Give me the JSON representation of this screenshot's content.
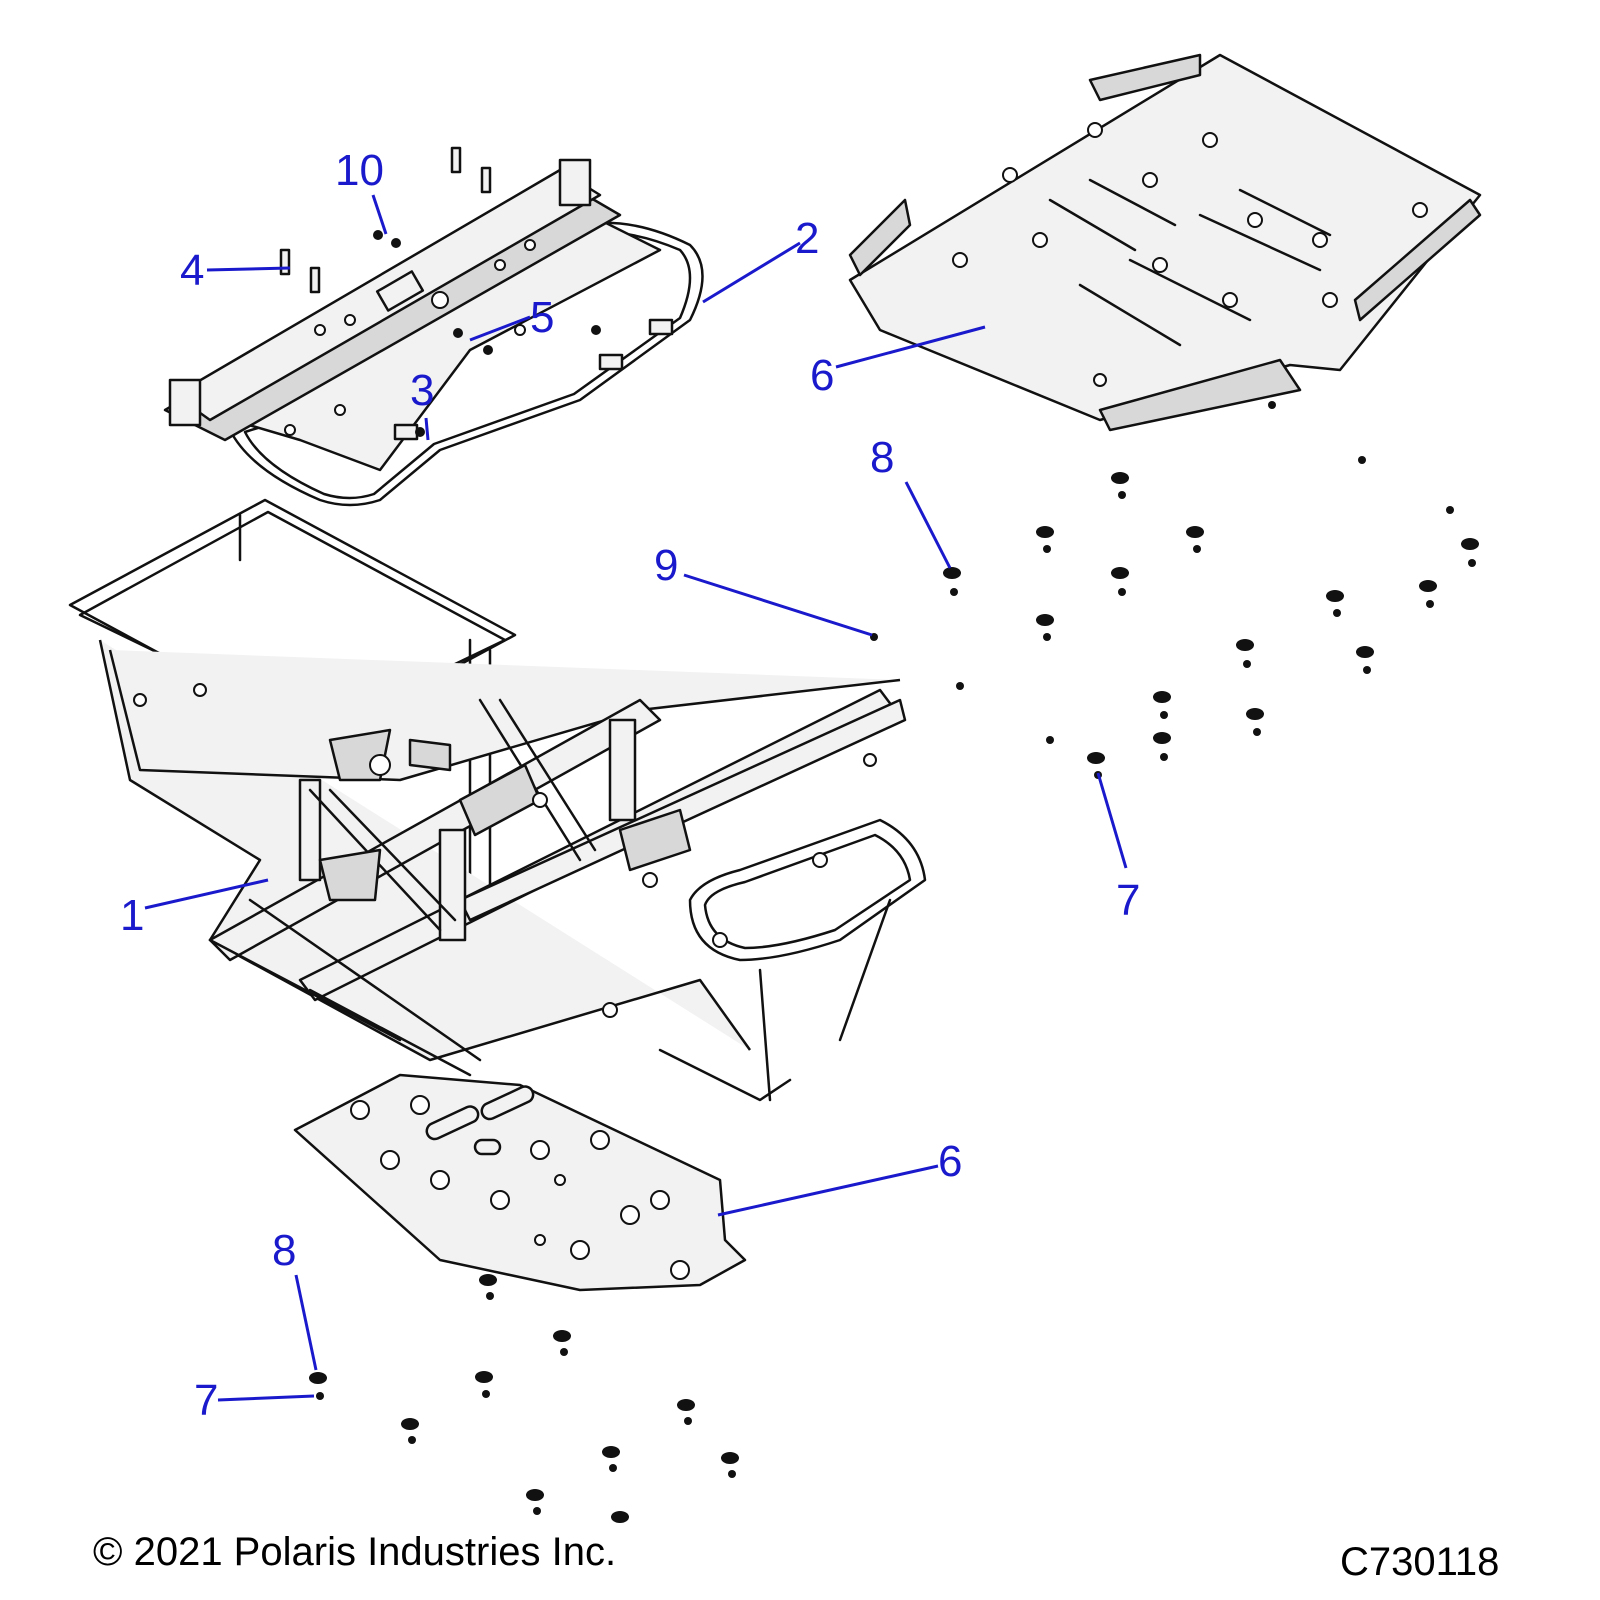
{
  "callouts": [
    {
      "id": "c1",
      "label": "1"
    },
    {
      "id": "c2",
      "label": "2"
    },
    {
      "id": "c3",
      "label": "3"
    },
    {
      "id": "c4",
      "label": "4"
    },
    {
      "id": "c5",
      "label": "5"
    },
    {
      "id": "c6a",
      "label": "6"
    },
    {
      "id": "c6b",
      "label": "6"
    },
    {
      "id": "c7a",
      "label": "7"
    },
    {
      "id": "c7b",
      "label": "7"
    },
    {
      "id": "c8a",
      "label": "8"
    },
    {
      "id": "c8b",
      "label": "8"
    },
    {
      "id": "c9",
      "label": "9"
    },
    {
      "id": "c10",
      "label": "10"
    }
  ],
  "footer": {
    "copyright": "© 2021 Polaris Industries Inc.",
    "figure_id": "C730118"
  },
  "colors": {
    "callout": "#1a1acc",
    "line": "#111111",
    "part_fill": "#f2f2f2"
  }
}
